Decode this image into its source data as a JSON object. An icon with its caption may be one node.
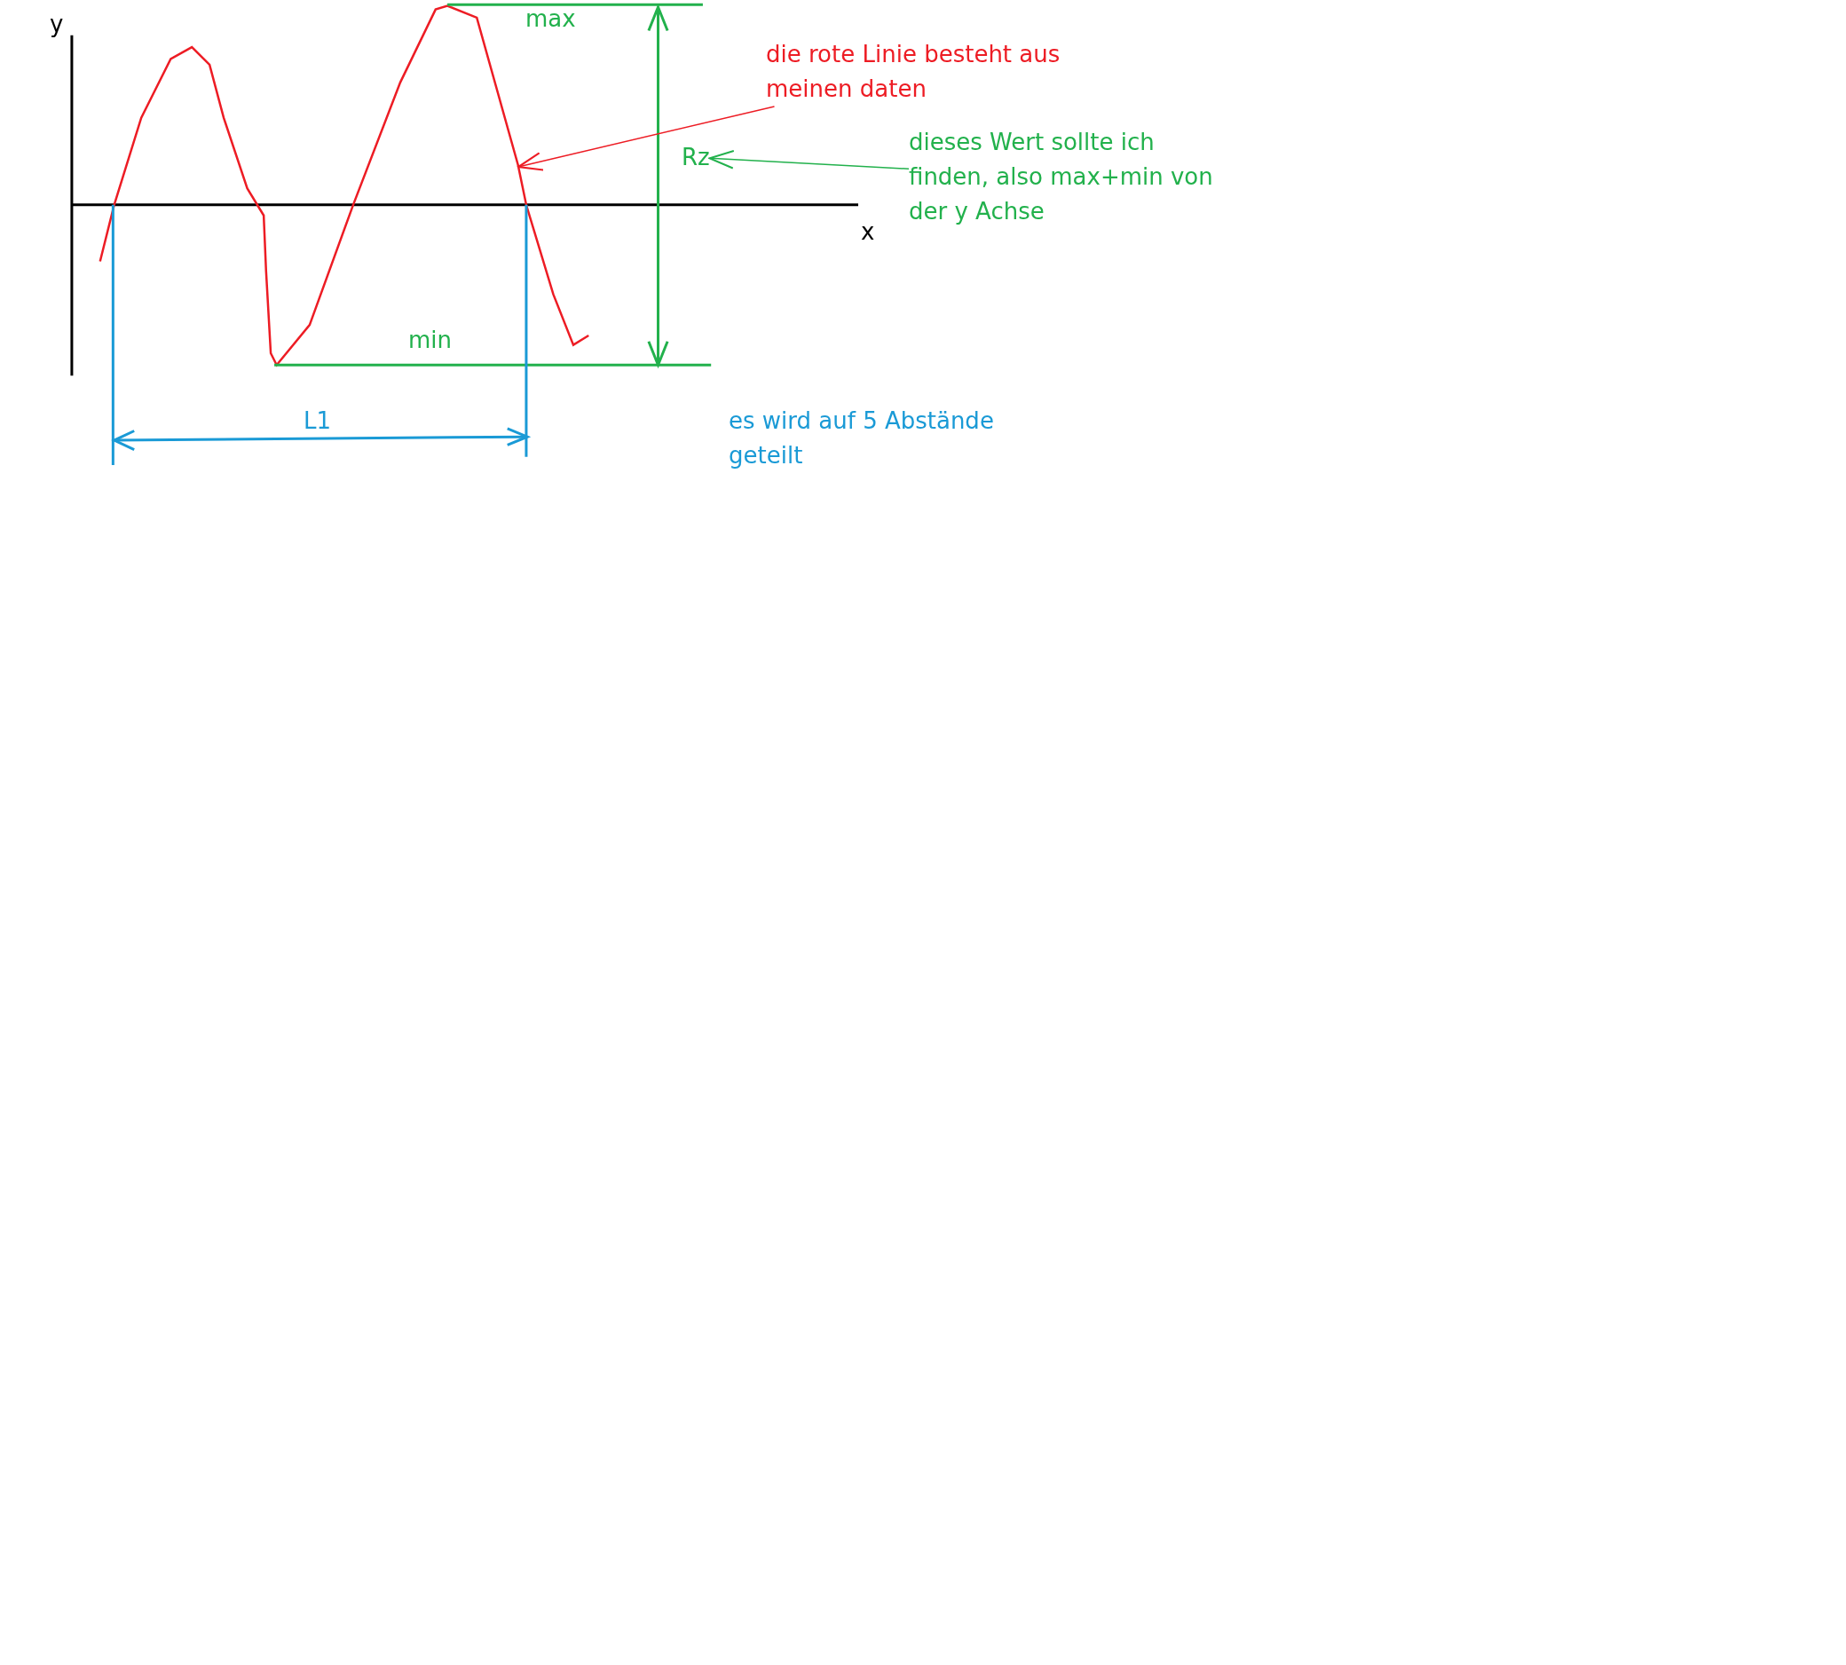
{
  "diagram": {
    "nodes": [
      {
        "text": [
          "die rote Linie besteht aus meinen daten"
        ]
      },
      {
        "text": [
          "dieses Wert sollte ich finden, also max+min von der y Achse"
        ]
      },
      {
        "text": [
          "Rz"
        ]
      }
    ],
    "edges": [
      {
        "from": 0,
        "to": null,
        "arrow": "to",
        "color": "#ed1c24"
      },
      {
        "from": 1,
        "to": 2,
        "arrow": "to",
        "color": "#22b14c"
      }
    ],
    "labels": [
      "y",
      "max",
      "x",
      "min",
      "L1",
      "es wird auf 5 Abstände geteilt"
    ]
  }
}
